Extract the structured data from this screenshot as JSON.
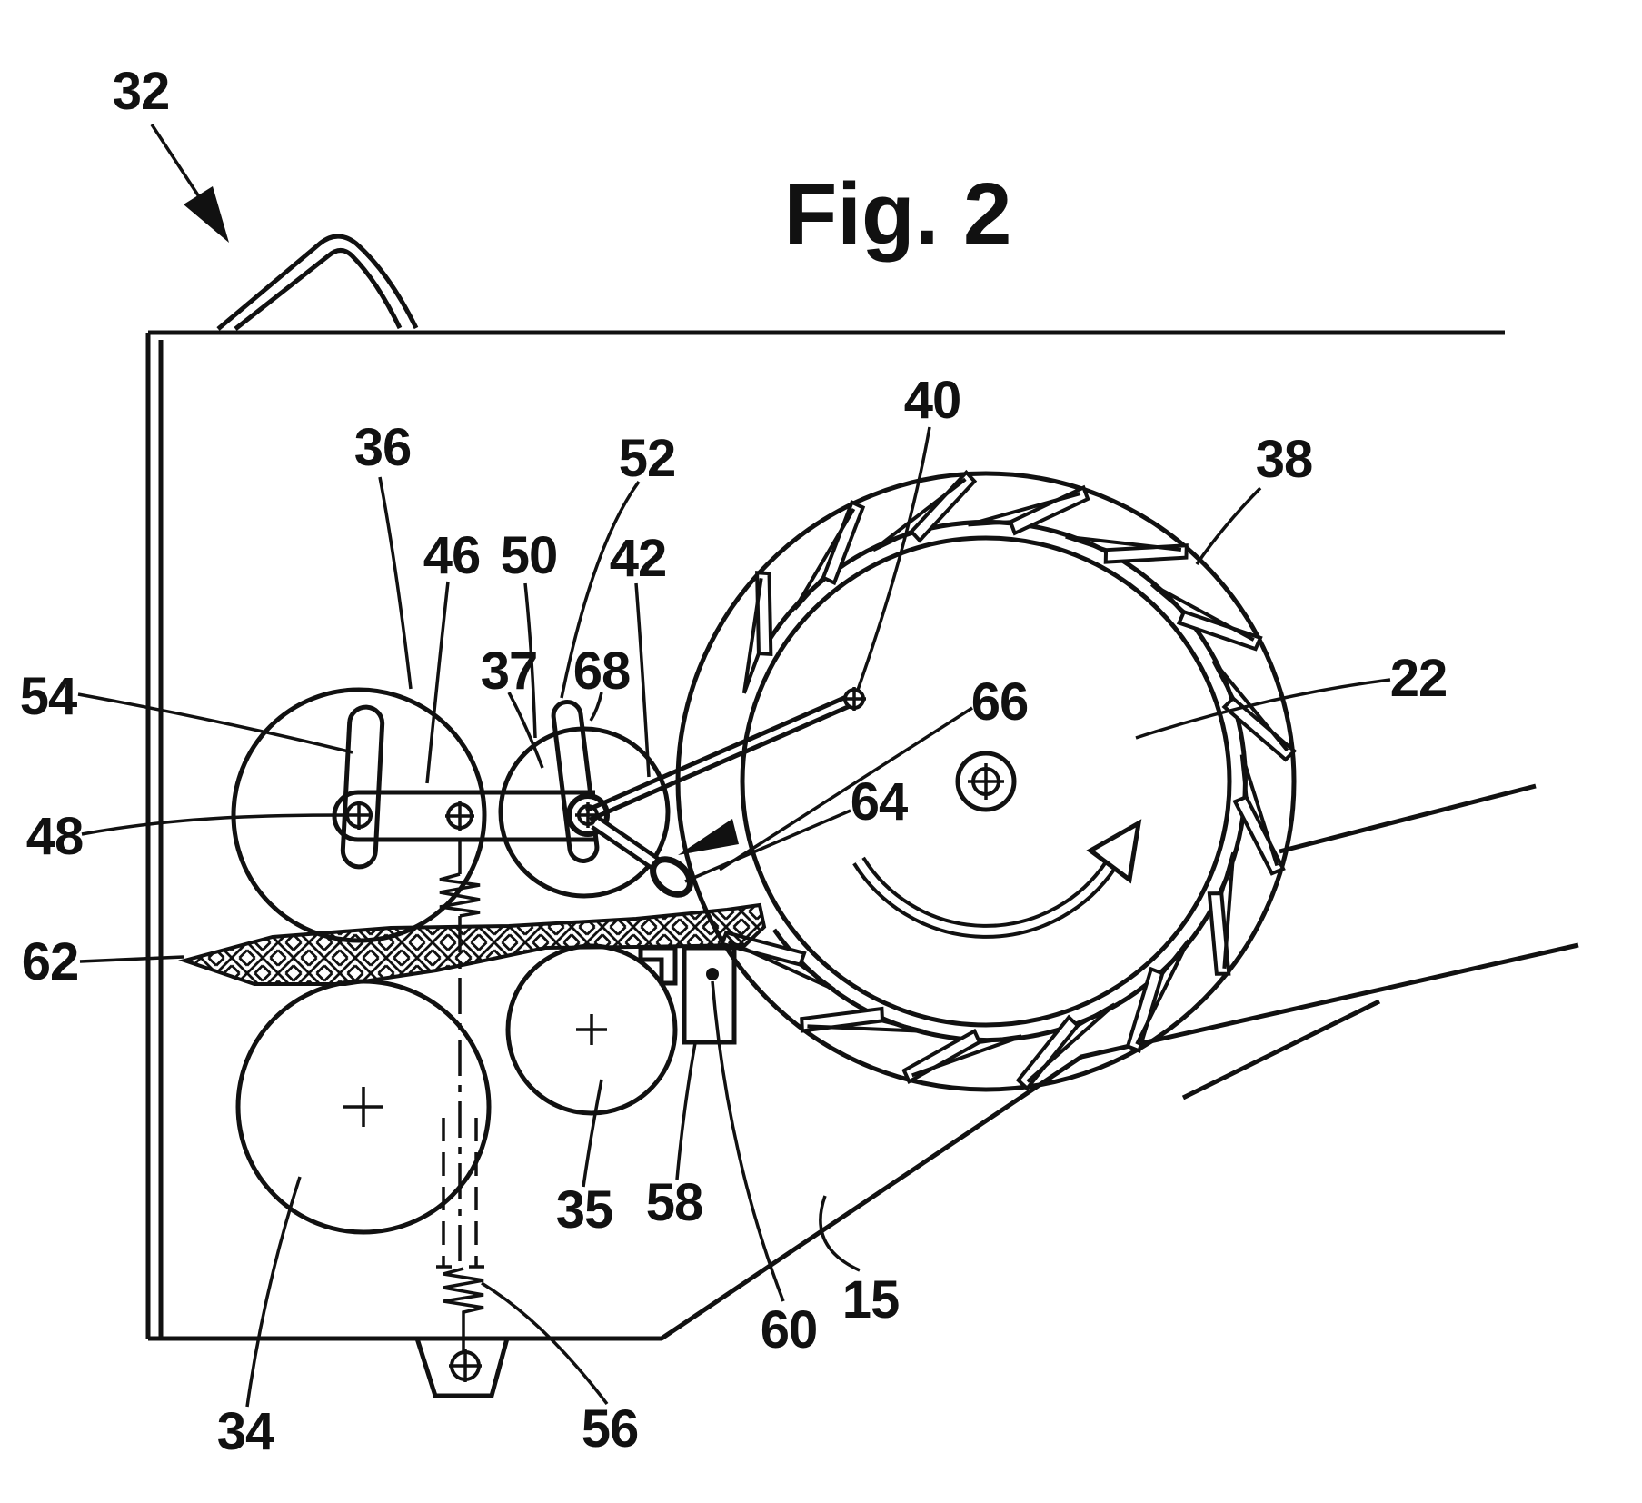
{
  "figure": {
    "title": "Fig. 2",
    "kind": "patent-line-drawing",
    "ink_color": "#111111",
    "paper_color": "#ffffff"
  },
  "reference_labels": [
    {
      "ref": "32"
    },
    {
      "ref": "36"
    },
    {
      "ref": "52"
    },
    {
      "ref": "40"
    },
    {
      "ref": "38"
    },
    {
      "ref": "46"
    },
    {
      "ref": "50"
    },
    {
      "ref": "42"
    },
    {
      "ref": "54"
    },
    {
      "ref": "37"
    },
    {
      "ref": "68"
    },
    {
      "ref": "66"
    },
    {
      "ref": "22"
    },
    {
      "ref": "48"
    },
    {
      "ref": "64"
    },
    {
      "ref": "62"
    },
    {
      "ref": "35"
    },
    {
      "ref": "58"
    },
    {
      "ref": "34"
    },
    {
      "ref": "56"
    },
    {
      "ref": "60"
    },
    {
      "ref": "15"
    }
  ]
}
